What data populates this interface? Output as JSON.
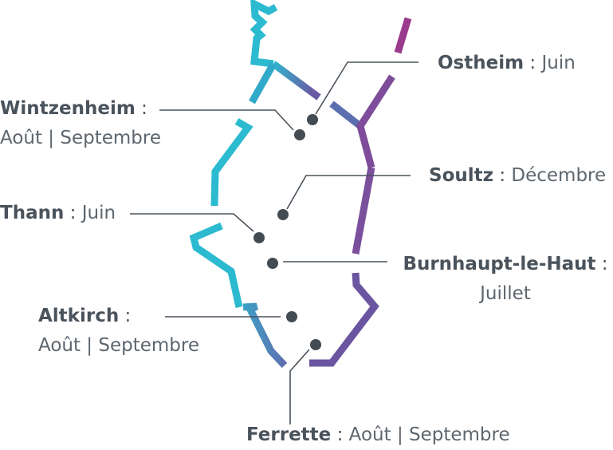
{
  "colors": {
    "border_left": "#2bbad0",
    "border_mid": "#3f94c1",
    "border_right": "#7a4f9c",
    "border_right_dash": "#9a3a8c",
    "leader": "#4a535c",
    "dot": "#434b53",
    "text": "#4a535c"
  },
  "locations": [
    {
      "id": "ostheim",
      "name": "Ostheim",
      "sep": " : ",
      "months": "Juin"
    },
    {
      "id": "wintzenheim",
      "name": "Wintzenheim",
      "sep": " :",
      "months": "Août | Septembre"
    },
    {
      "id": "soultz",
      "name": "Soultz",
      "sep": " : ",
      "months": "Décembre"
    },
    {
      "id": "thann",
      "name": "Thann",
      "sep": " : ",
      "months": "Juin"
    },
    {
      "id": "burnhaupt",
      "name": "Burnhaupt-le-Haut",
      "sep": " :",
      "months": "Juillet"
    },
    {
      "id": "altkirch",
      "name": "Altkirch",
      "sep": " :",
      "months": "Août | Septembre"
    },
    {
      "id": "ferrette",
      "name": "Ferrette",
      "sep": " : ",
      "months": "Août | Septembre"
    }
  ]
}
